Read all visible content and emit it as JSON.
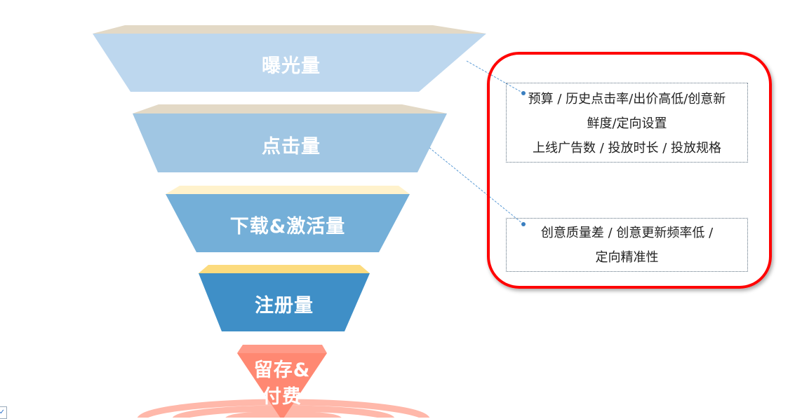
{
  "funnel": {
    "levels": [
      {
        "label": "曝光量",
        "color": "#BDD7EE",
        "top_color": "#E3D9C6"
      },
      {
        "label": "点击量",
        "color": "#A0C6E3",
        "top_color": "#E3D9C6"
      },
      {
        "label": "下载&激活量",
        "color": "#74AFD8",
        "top_color": "#FFF2CC"
      },
      {
        "label": "注册量",
        "color": "#3F8FC7",
        "top_color": "#FCDB7E"
      },
      {
        "label": "留存&付费",
        "color": "#FF8872",
        "top_color": "#FF9A88"
      }
    ]
  },
  "notes": {
    "note1": {
      "line1": "预算 / 历史点击率/出价高低/创意新",
      "line2": "鲜度/定向设置",
      "line3": "上线广告数 / 投放时长 /  投放规格"
    },
    "note2": {
      "line1": "创意质量差 / 创意更新频率低 /",
      "line2": "定向精准性"
    }
  },
  "highlight_color": "#FF0000"
}
